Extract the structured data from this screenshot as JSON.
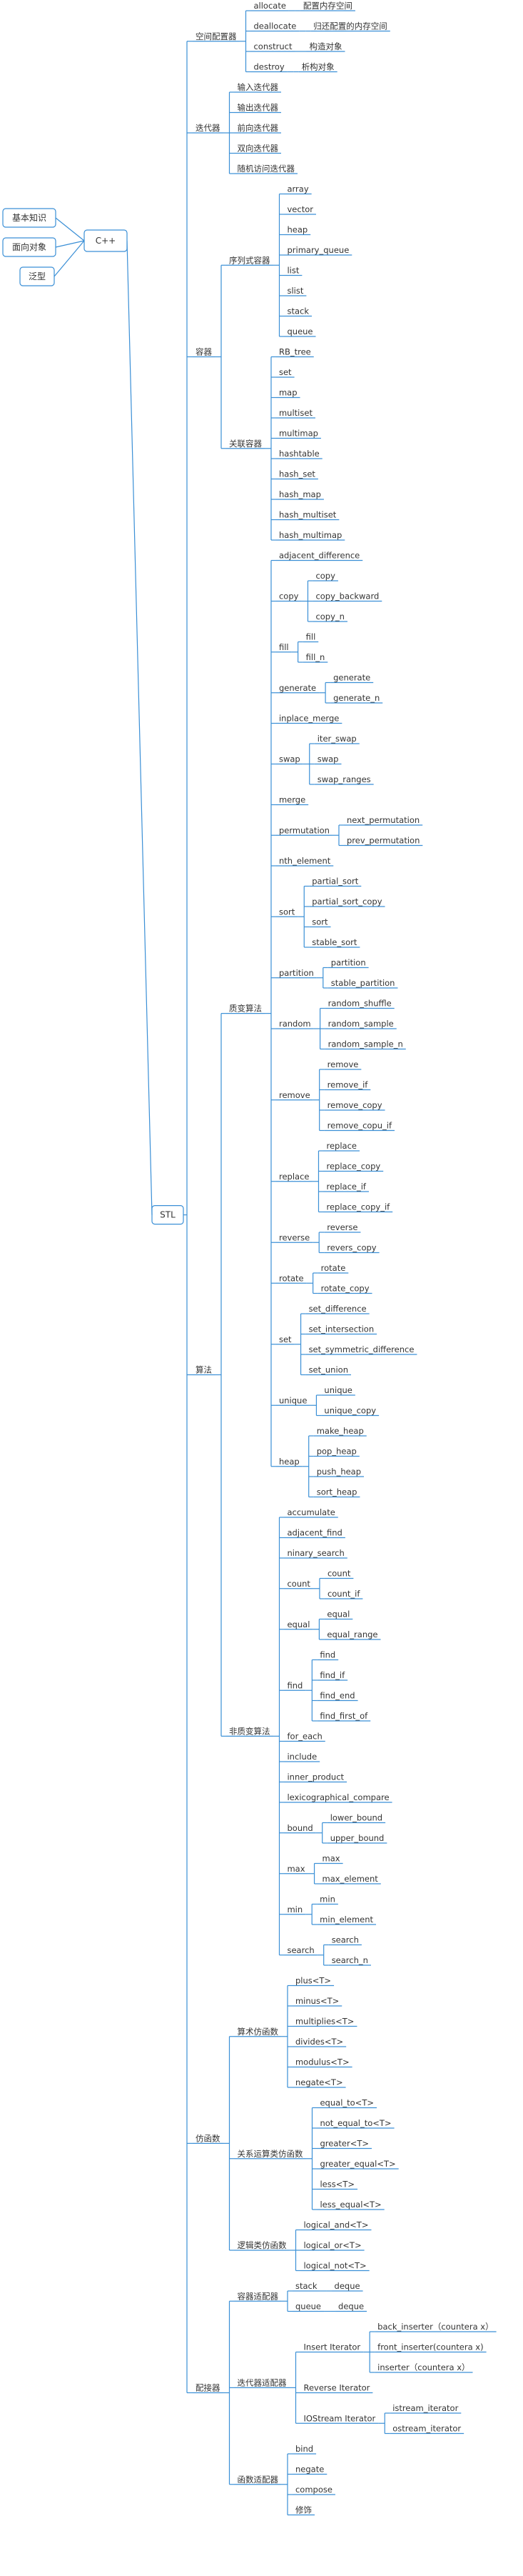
{
  "root": {
    "label": "C++"
  },
  "left_topics": [
    "基本知识",
    "面向对象",
    "泛型"
  ],
  "stl": {
    "label": "STL",
    "children": [
      {
        "label": "空间配置器",
        "children": [
          {
            "label": "allocate",
            "children": [
              {
                "label": "配置内存空间"
              }
            ]
          },
          {
            "label": "deallocate",
            "children": [
              {
                "label": "归还配置的内存空间"
              }
            ]
          },
          {
            "label": "construct",
            "children": [
              {
                "label": "构造对象"
              }
            ]
          },
          {
            "label": "destroy",
            "children": [
              {
                "label": "析构对象"
              }
            ]
          }
        ]
      },
      {
        "label": "迭代器",
        "children": [
          {
            "label": "输入迭代器"
          },
          {
            "label": "输出迭代器"
          },
          {
            "label": "前向迭代器"
          },
          {
            "label": "双向迭代器"
          },
          {
            "label": "随机访问迭代器"
          }
        ]
      },
      {
        "label": "容器",
        "children": [
          {
            "label": "序列式容器",
            "children": [
              {
                "label": "array"
              },
              {
                "label": "vector"
              },
              {
                "label": "heap"
              },
              {
                "label": "primary_queue"
              },
              {
                "label": "list"
              },
              {
                "label": "slist"
              },
              {
                "label": "stack"
              },
              {
                "label": "queue"
              }
            ]
          },
          {
            "label": "关联容器",
            "children": [
              {
                "label": "RB_tree"
              },
              {
                "label": "set"
              },
              {
                "label": "map"
              },
              {
                "label": "multiset"
              },
              {
                "label": "multimap"
              },
              {
                "label": "hashtable"
              },
              {
                "label": "hash_set"
              },
              {
                "label": "hash_map"
              },
              {
                "label": "hash_multiset"
              },
              {
                "label": "hash_multimap"
              }
            ]
          }
        ]
      },
      {
        "label": "算法",
        "children": [
          {
            "label": "质变算法",
            "children": [
              {
                "label": "adjacent_difference"
              },
              {
                "label": "copy",
                "children": [
                  {
                    "label": "copy"
                  },
                  {
                    "label": "copy_backward"
                  },
                  {
                    "label": "copy_n"
                  }
                ]
              },
              {
                "label": "fill",
                "children": [
                  {
                    "label": "fill"
                  },
                  {
                    "label": "fill_n"
                  }
                ]
              },
              {
                "label": "generate",
                "children": [
                  {
                    "label": "generate"
                  },
                  {
                    "label": "generate_n"
                  }
                ]
              },
              {
                "label": "inplace_merge"
              },
              {
                "label": "swap",
                "children": [
                  {
                    "label": "iter_swap"
                  },
                  {
                    "label": "swap"
                  },
                  {
                    "label": "swap_ranges"
                  }
                ]
              },
              {
                "label": "merge"
              },
              {
                "label": "permutation",
                "children": [
                  {
                    "label": "next_permutation"
                  },
                  {
                    "label": "prev_permutation"
                  }
                ]
              },
              {
                "label": "nth_element"
              },
              {
                "label": "sort",
                "children": [
                  {
                    "label": "partial_sort"
                  },
                  {
                    "label": "partial_sort_copy"
                  },
                  {
                    "label": "sort"
                  },
                  {
                    "label": "stable_sort"
                  }
                ]
              },
              {
                "label": "partition",
                "children": [
                  {
                    "label": "partition"
                  },
                  {
                    "label": "stable_partition"
                  }
                ]
              },
              {
                "label": "random",
                "children": [
                  {
                    "label": "random_shuffle"
                  },
                  {
                    "label": "random_sample"
                  },
                  {
                    "label": "random_sample_n"
                  }
                ]
              },
              {
                "label": "remove",
                "children": [
                  {
                    "label": "remove"
                  },
                  {
                    "label": "remove_if"
                  },
                  {
                    "label": "remove_copy"
                  },
                  {
                    "label": "remove_copu_if"
                  }
                ]
              },
              {
                "label": "replace",
                "children": [
                  {
                    "label": "replace"
                  },
                  {
                    "label": "replace_copy"
                  },
                  {
                    "label": "replace_if"
                  },
                  {
                    "label": "replace_copy_if"
                  }
                ]
              },
              {
                "label": "reverse",
                "children": [
                  {
                    "label": "reverse"
                  },
                  {
                    "label": "revers_copy"
                  }
                ]
              },
              {
                "label": "rotate",
                "children": [
                  {
                    "label": "rotate"
                  },
                  {
                    "label": "rotate_copy"
                  }
                ]
              },
              {
                "label": "set",
                "children": [
                  {
                    "label": "set_difference"
                  },
                  {
                    "label": "set_intersection"
                  },
                  {
                    "label": "set_symmetric_difference"
                  },
                  {
                    "label": "set_union"
                  }
                ]
              },
              {
                "label": "unique",
                "children": [
                  {
                    "label": "unique"
                  },
                  {
                    "label": "unique_copy"
                  }
                ]
              },
              {
                "label": "heap",
                "children": [
                  {
                    "label": "make_heap"
                  },
                  {
                    "label": "pop_heap"
                  },
                  {
                    "label": "push_heap"
                  },
                  {
                    "label": "sort_heap"
                  }
                ]
              }
            ]
          },
          {
            "label": "非质变算法",
            "children": [
              {
                "label": "accumulate"
              },
              {
                "label": "adjacent_find"
              },
              {
                "label": "ninary_search"
              },
              {
                "label": "count",
                "children": [
                  {
                    "label": "count"
                  },
                  {
                    "label": "count_if"
                  }
                ]
              },
              {
                "label": "equal",
                "children": [
                  {
                    "label": "equal"
                  },
                  {
                    "label": "equal_range"
                  }
                ]
              },
              {
                "label": "find",
                "children": [
                  {
                    "label": "find"
                  },
                  {
                    "label": "find_if"
                  },
                  {
                    "label": "find_end"
                  },
                  {
                    "label": "find_first_of"
                  }
                ]
              },
              {
                "label": "for_each"
              },
              {
                "label": "include"
              },
              {
                "label": "inner_product"
              },
              {
                "label": "lexicographical_compare"
              },
              {
                "label": "bound",
                "children": [
                  {
                    "label": "lower_bound"
                  },
                  {
                    "label": "upper_bound"
                  }
                ]
              },
              {
                "label": "max",
                "children": [
                  {
                    "label": "max"
                  },
                  {
                    "label": "max_element"
                  }
                ]
              },
              {
                "label": "min",
                "children": [
                  {
                    "label": "min"
                  },
                  {
                    "label": "min_element"
                  }
                ]
              },
              {
                "label": "search",
                "children": [
                  {
                    "label": "search"
                  },
                  {
                    "label": "search_n"
                  }
                ]
              }
            ]
          }
        ]
      },
      {
        "label": "仿函数",
        "children": [
          {
            "label": "算术仿函数",
            "children": [
              {
                "label": "plus<T>"
              },
              {
                "label": "minus<T>"
              },
              {
                "label": "multiplies<T>"
              },
              {
                "label": "divides<T>"
              },
              {
                "label": "modulus<T>"
              },
              {
                "label": "negate<T>"
              }
            ]
          },
          {
            "label": "关系运算类仿函数",
            "children": [
              {
                "label": "equal_to<T>"
              },
              {
                "label": "not_equal_to<T>"
              },
              {
                "label": "greater<T>"
              },
              {
                "label": "greater_equal<T>"
              },
              {
                "label": "less<T>"
              },
              {
                "label": "less_equal<T>"
              }
            ]
          },
          {
            "label": "逻辑类仿函数",
            "children": [
              {
                "label": "logical_and<T>"
              },
              {
                "label": "logical_or<T>"
              },
              {
                "label": "logical_not<T>"
              }
            ]
          }
        ]
      },
      {
        "label": "配接器",
        "children": [
          {
            "label": "容器适配器",
            "children": [
              {
                "label": "stack",
                "children": [
                  {
                    "label": "deque"
                  }
                ]
              },
              {
                "label": "queue",
                "children": [
                  {
                    "label": "deque"
                  }
                ]
              }
            ]
          },
          {
            "label": "迭代器适配器",
            "children": [
              {
                "label": "Insert Iterator",
                "children": [
                  {
                    "label": "back_inserter（countera x）"
                  },
                  {
                    "label": "front_inserter(countera x)"
                  },
                  {
                    "label": "inserter（countera x）"
                  }
                ]
              },
              {
                "label": "Reverse Iterator"
              },
              {
                "label": "IOStream Iterator",
                "children": [
                  {
                    "label": "istream_iterator"
                  },
                  {
                    "label": "ostream_iterator"
                  }
                ]
              }
            ]
          },
          {
            "label": "函数适配器",
            "children": [
              {
                "label": "bind"
              },
              {
                "label": "negate"
              },
              {
                "label": "compose"
              },
              {
                "label": "修饰"
              }
            ]
          }
        ]
      }
    ]
  },
  "colors": {
    "line": "#3a8fd6",
    "text": "#333333",
    "box_fill": "#ffffff"
  }
}
